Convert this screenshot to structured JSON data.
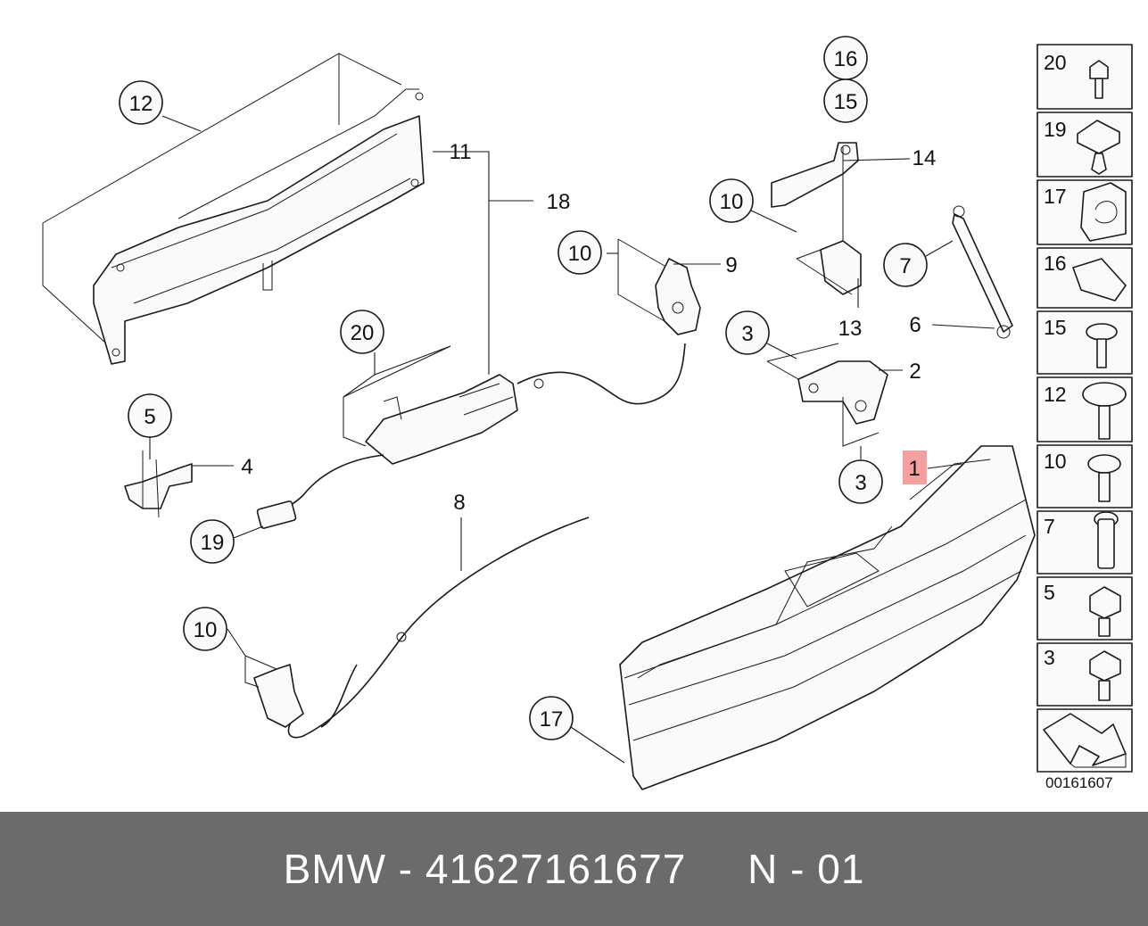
{
  "callouts": {
    "c1": "1",
    "c2": "2",
    "c3a": "3",
    "c3b": "3",
    "c4": "4",
    "c5": "5",
    "c6": "6",
    "c7": "7",
    "c8": "8",
    "c9": "9",
    "c10a": "10",
    "c10b": "10",
    "c10c": "10",
    "c11": "11",
    "c12": "12",
    "c13": "13",
    "c14": "14",
    "c15": "15",
    "c16": "16",
    "c17": "17",
    "c18": "18",
    "c19": "19",
    "c20": "20"
  },
  "highlight_color": "#f4a0a0",
  "legend": [
    "20",
    "19",
    "17",
    "16",
    "15",
    "12",
    "10",
    "7",
    "5",
    "3"
  ],
  "diagram_id": "00161607",
  "footer": {
    "text": "BMW - 41627161677     N - 01"
  }
}
